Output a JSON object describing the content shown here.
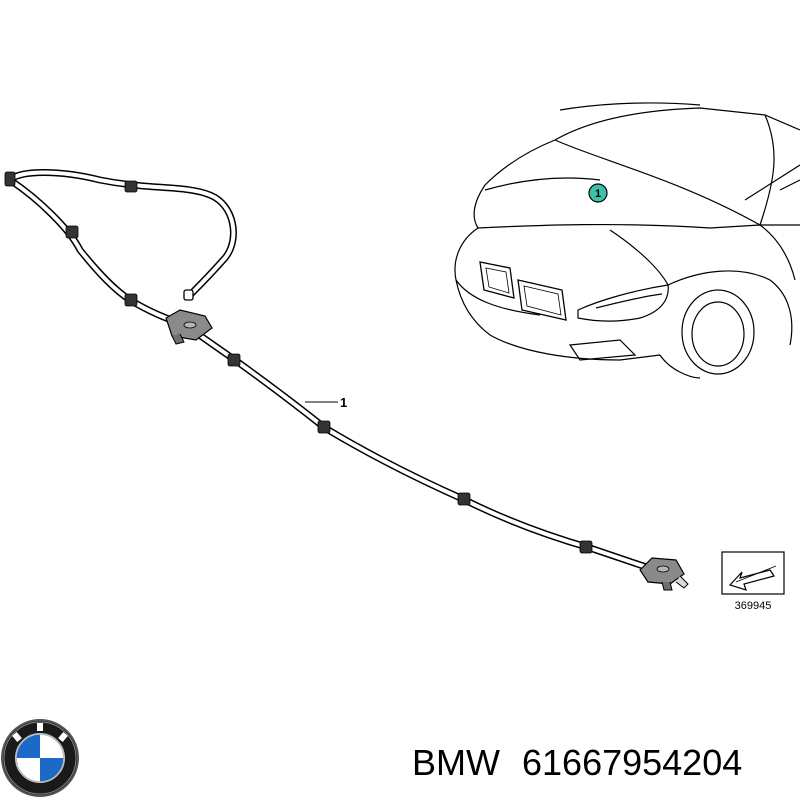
{
  "diagram": {
    "part_callout": "1",
    "car_callout": "1",
    "reference_number": "369945"
  },
  "caption": {
    "brand": "BMW",
    "part_number": "61667954204"
  },
  "colors": {
    "callout_badge_fill": "#3dbfa8",
    "line": "#000000",
    "hose": "#ffffff",
    "nozzle": "#8a8a8a"
  },
  "icons": [
    "bmw-logo-icon",
    "direction-arrow-icon"
  ]
}
